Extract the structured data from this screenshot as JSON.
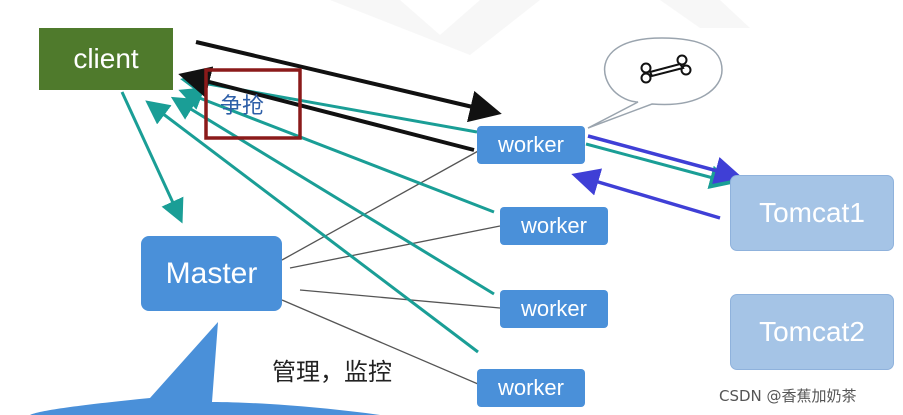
{
  "nodes": {
    "client": "client",
    "master": "Master",
    "workers": [
      "worker",
      "worker",
      "worker",
      "worker"
    ],
    "tomcat1": "Tomcat1",
    "tomcat2": "Tomcat2"
  },
  "labels": {
    "compete": "争抢",
    "manage": "管理，监控"
  },
  "watermark": "CSDN @香蕉加奶茶",
  "icons": {
    "bone": "bone-icon",
    "cursor": "crosshair-cursor-icon"
  },
  "colors": {
    "client_fill": "#4f7a2c",
    "node_blue": "#4a90d9",
    "tomcat_fill": "#a5c4e6",
    "teal_arrow": "#1a9e96",
    "blue_arrow": "#3f3fd6",
    "highlight_box": "#8b1a1a"
  }
}
